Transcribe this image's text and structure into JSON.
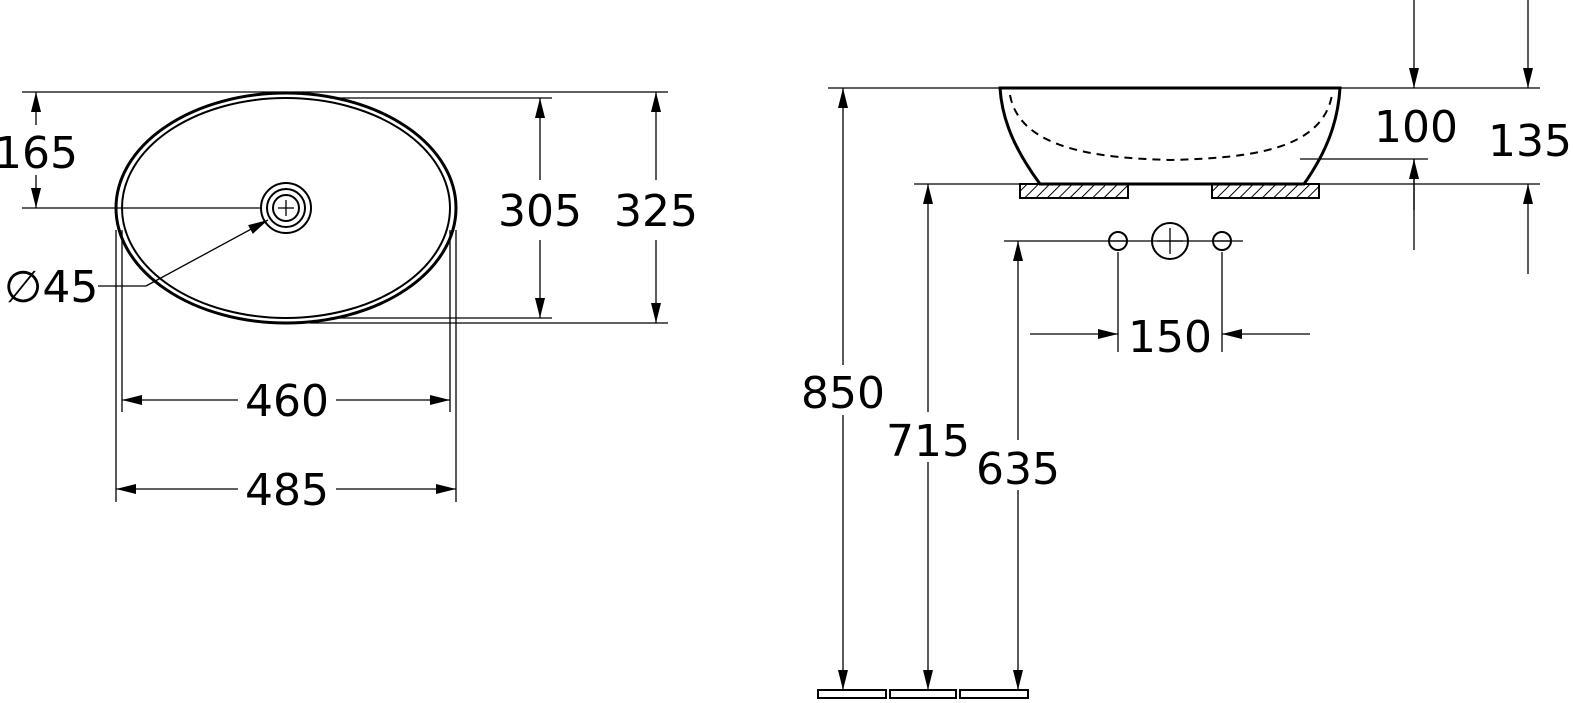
{
  "top_view": {
    "dim_center_offset": "165",
    "dim_inner_depth": "305",
    "dim_outer_depth": "325",
    "dim_drain_diameter": "∅45",
    "dim_inner_width": "460",
    "dim_outer_width": "485"
  },
  "side_view": {
    "dim_bowl_depth": "100",
    "dim_total_height": "135",
    "dim_tap_spacing": "150",
    "dim_rim_height": "850",
    "dim_counter_height": "715",
    "dim_supply_height": "635"
  },
  "colors": {
    "line": "#000000",
    "background": "#ffffff"
  }
}
